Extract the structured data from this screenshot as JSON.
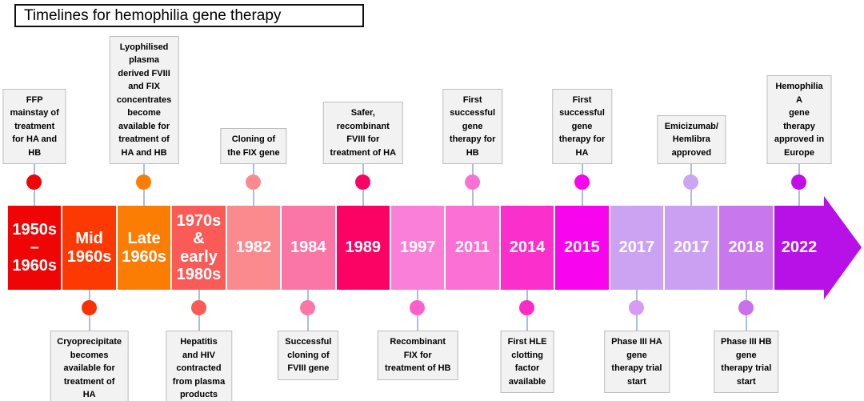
{
  "title": "Timelines for hemophilia gene therapy",
  "colors": {
    "connector": "#A7BFDD",
    "callout_bg": "#F2F2F2",
    "callout_border": "#BDBDBD",
    "arrow": "#B711E7"
  },
  "segments": [
    {
      "label": "1950s\n–\n1960s",
      "color": "#EF0505"
    },
    {
      "label": "Mid\n1960s",
      "color": "#FC3903"
    },
    {
      "label": "Late\n1960s",
      "color": "#FC7D04"
    },
    {
      "label": "1970s\n&\nearly\n1980s",
      "color": "#FA5B57"
    },
    {
      "label": "1982",
      "color": "#FB8A8F"
    },
    {
      "label": "1984",
      "color": "#FA76A6"
    },
    {
      "label": "1989",
      "color": "#FB0365"
    },
    {
      "label": "1997",
      "color": "#F97FD9"
    },
    {
      "label": "2011",
      "color": "#FA70D5"
    },
    {
      "label": "2014",
      "color": "#FB2FCB"
    },
    {
      "label": "2015",
      "color": "#F904EE"
    },
    {
      "label": "2017",
      "color": "#CBA3F2"
    },
    {
      "label": "2017",
      "color": "#CBA0F2"
    },
    {
      "label": "2018",
      "color": "#C878EC"
    },
    {
      "label": "2022",
      "color": "#B711E7"
    }
  ],
  "events_top": [
    {
      "lines": "FFP\nmainstay of\ntreatment\nfor HA and\nHB",
      "segment": 0,
      "dot_color": "#EF0505"
    },
    {
      "lines": "Lyophilised\nplasma\nderived FVIII\nand FIX\nconcentrates\nbecome\navailable for\ntreatment of\nHA and HB",
      "segment": 2,
      "dot_color": "#FC7D04"
    },
    {
      "lines": "Cloning of\nthe FIX gene",
      "segment": 4,
      "dot_color": "#FB8A8F"
    },
    {
      "lines": "Safer,\nrecombinant\nFVIII for\ntreatment of HA",
      "segment": 6,
      "dot_color": "#FB0365"
    },
    {
      "lines": "First\nsuccessful\ngene\ntherapy for\nHB",
      "segment": 8,
      "dot_color": "#FA70D5"
    },
    {
      "lines": "First\nsuccessful\ngene\ntherapy for\nHA",
      "segment": 10,
      "dot_color": "#F904EE"
    },
    {
      "lines": "Emicizumab/\nHemlibra\napproved",
      "segment": 12,
      "dot_color": "#CBA5F2"
    },
    {
      "lines": "Hemophilia A\ngene therapy\napproved in\nEurope",
      "segment": 14,
      "dot_color": "#C20DE8"
    }
  ],
  "events_bottom": [
    {
      "lines": "Cryoprecipitate\nbecomes\navailable for\ntreatment of\nHA",
      "segment": 1,
      "dot_color": "#FB3004"
    },
    {
      "lines": "Hepatitis\nand HIV\ncontracted\nfrom plasma\nproducts",
      "segment": 3,
      "dot_color": "#FA5B57"
    },
    {
      "lines": "Successful\ncloning of\nFVIII gene",
      "segment": 5,
      "dot_color": "#FA76A6"
    },
    {
      "lines": "Recombinant\nFIX for\ntreatment of HB",
      "segment": 7,
      "dot_color": "#FA60CC"
    },
    {
      "lines": "First HLE\nclotting\nfactor\navailable",
      "segment": 9,
      "dot_color": "#FB2BC6"
    },
    {
      "lines": "Phase III HA\ngene\ntherapy trial\nstart",
      "segment": 11,
      "dot_color": "#D69CF4"
    },
    {
      "lines": "Phase III HB\ngene\ntherapy trial\nstart",
      "segment": 13,
      "dot_color": "#CB6FEC"
    }
  ]
}
